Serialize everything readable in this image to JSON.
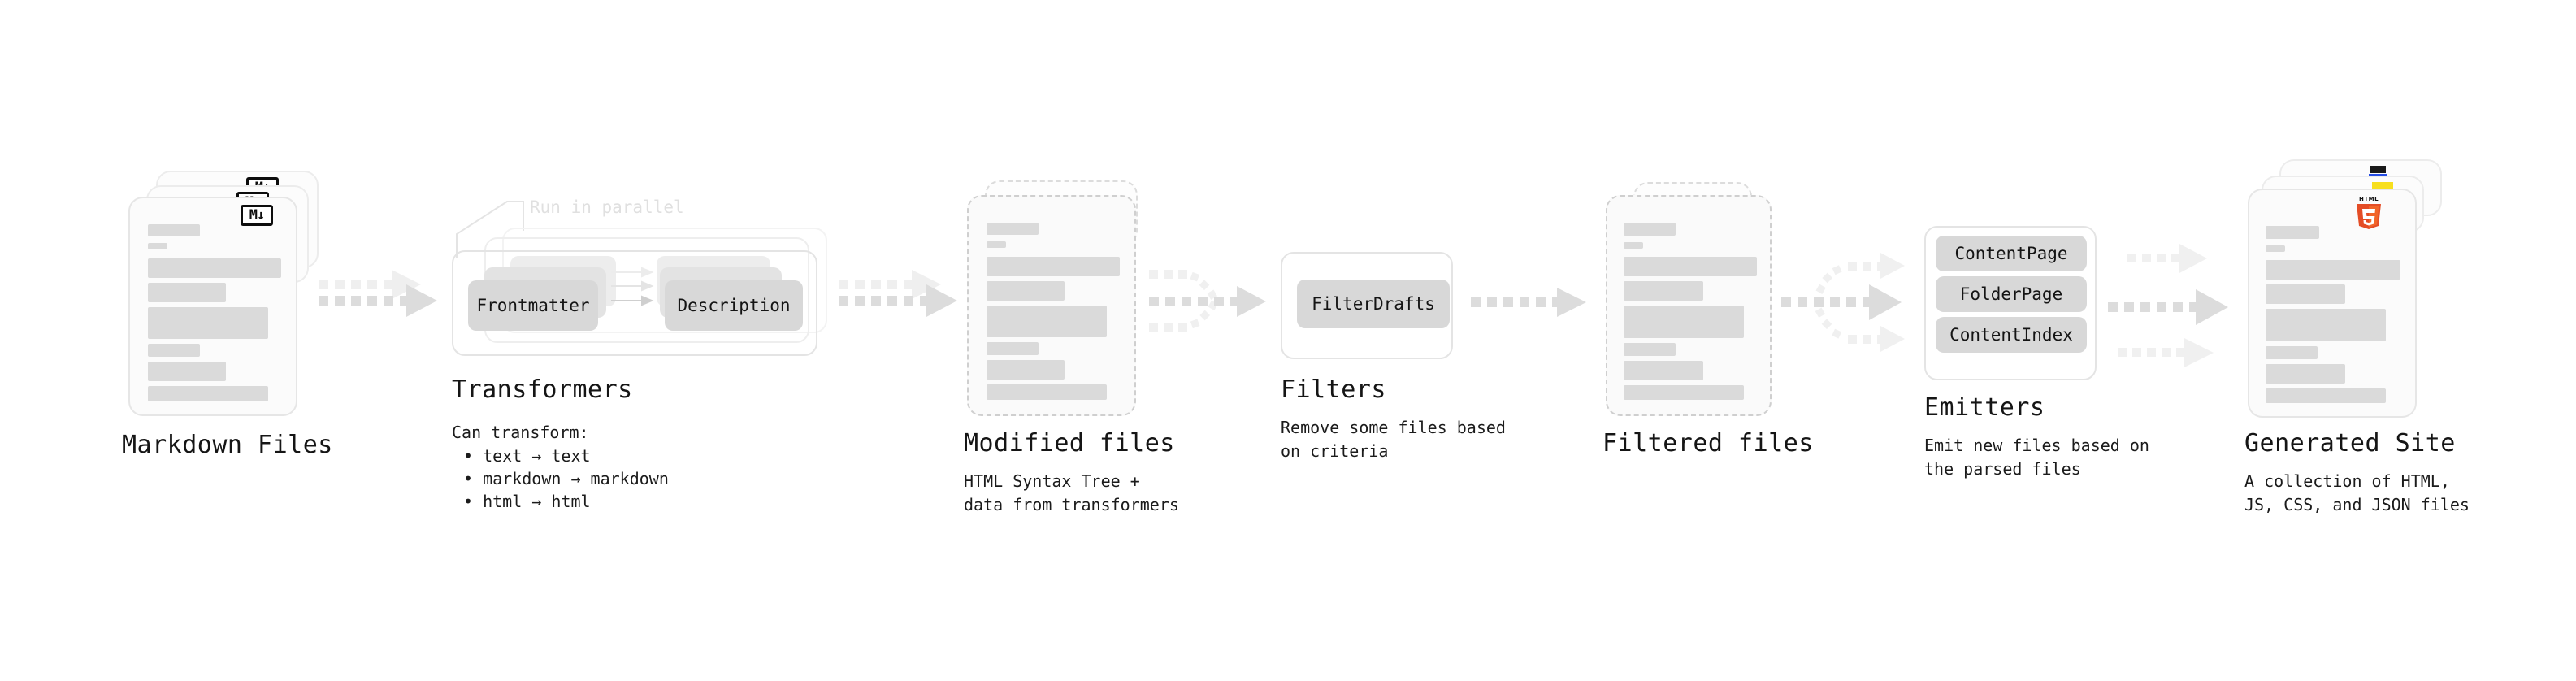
{
  "diagram": {
    "title_hidden": "",
    "stages": [
      {
        "id": "markdown-files",
        "title": "Markdown Files",
        "subtitle": "",
        "icon": "markdown-icon",
        "icon_label": "M↓"
      },
      {
        "id": "transformers",
        "title": "Transformers",
        "subtitle": "Can transform:",
        "parallel_label": "Run in parallel",
        "items": [
          "Frontmatter",
          "Description"
        ],
        "bullets": [
          "• text → text",
          "• markdown → markdown",
          "• html → html"
        ]
      },
      {
        "id": "modified-files",
        "title": "Modified files",
        "subtitle": "HTML Syntax Tree +\ndata from transformers"
      },
      {
        "id": "filters",
        "title": "Filters",
        "subtitle": "Remove some files based\non criteria",
        "items": [
          "FilterDrafts"
        ]
      },
      {
        "id": "filtered-files",
        "title": "Filtered files",
        "subtitle": ""
      },
      {
        "id": "emitters",
        "title": "Emitters",
        "subtitle": "Emit new files based on\nthe parsed files",
        "items": [
          "ContentPage",
          "FolderPage",
          "ContentIndex"
        ]
      },
      {
        "id": "generated-site",
        "title": "Generated Site",
        "subtitle": "A collection of HTML,\nJS, CSS, and JSON files",
        "icons": [
          "css3-icon",
          "javascript-icon",
          "html5-icon"
        ],
        "html5_label_top": "HTML",
        "html5_label_num": "5"
      }
    ],
    "colors": {
      "bar": "#dadada",
      "pill": "#d8d8d8",
      "arrow": "#dcdcdc",
      "arrow_faded": "#efefef",
      "card_border": "#e6e6e6",
      "dashed_border": "#cfcfcf",
      "text": "#151515",
      "muted_text": "#e0e0e0",
      "html5_orange": "#e44d26",
      "html5_orange_light": "#f16529",
      "js_yellow": "#f7df1e",
      "css_blue": "#264de4"
    }
  }
}
